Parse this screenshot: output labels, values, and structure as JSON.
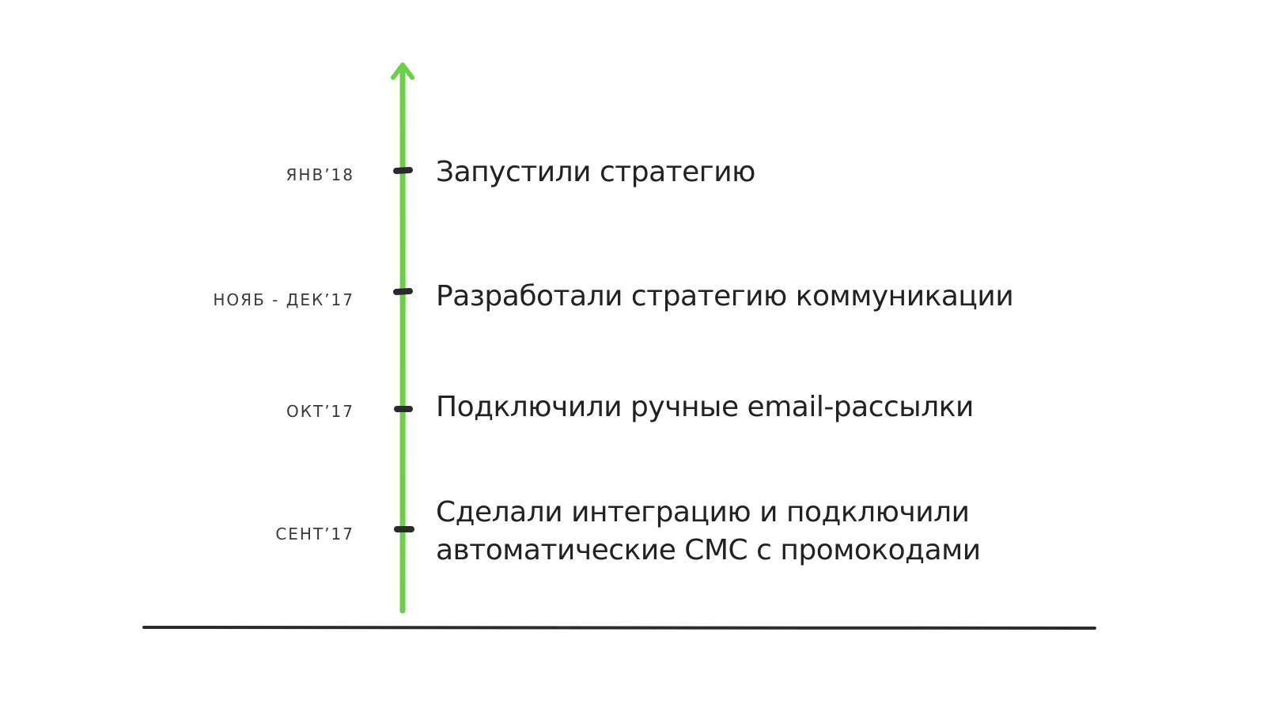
{
  "colors": {
    "timeline": "#6ccf4a",
    "ticks": "#2b2b2b",
    "baseline": "#2b2b2b",
    "date_text": "#3a3a3a",
    "event_text": "#222222"
  },
  "timeline": {
    "events": [
      {
        "date": "ЯНВ’18",
        "line1": "Запустили стратегию",
        "line2": ""
      },
      {
        "date": "НОЯБ - ДЕК’17",
        "line1": "Разработали стратегию коммуникации",
        "line2": ""
      },
      {
        "date": "ОКТ’17",
        "line1": "Подключили ручные email-рассылки",
        "line2": ""
      },
      {
        "date": "СЕНТ’17",
        "line1": "Сделали интеграцию и подключили",
        "line2": "автоматические СМС с промокодами"
      }
    ]
  }
}
